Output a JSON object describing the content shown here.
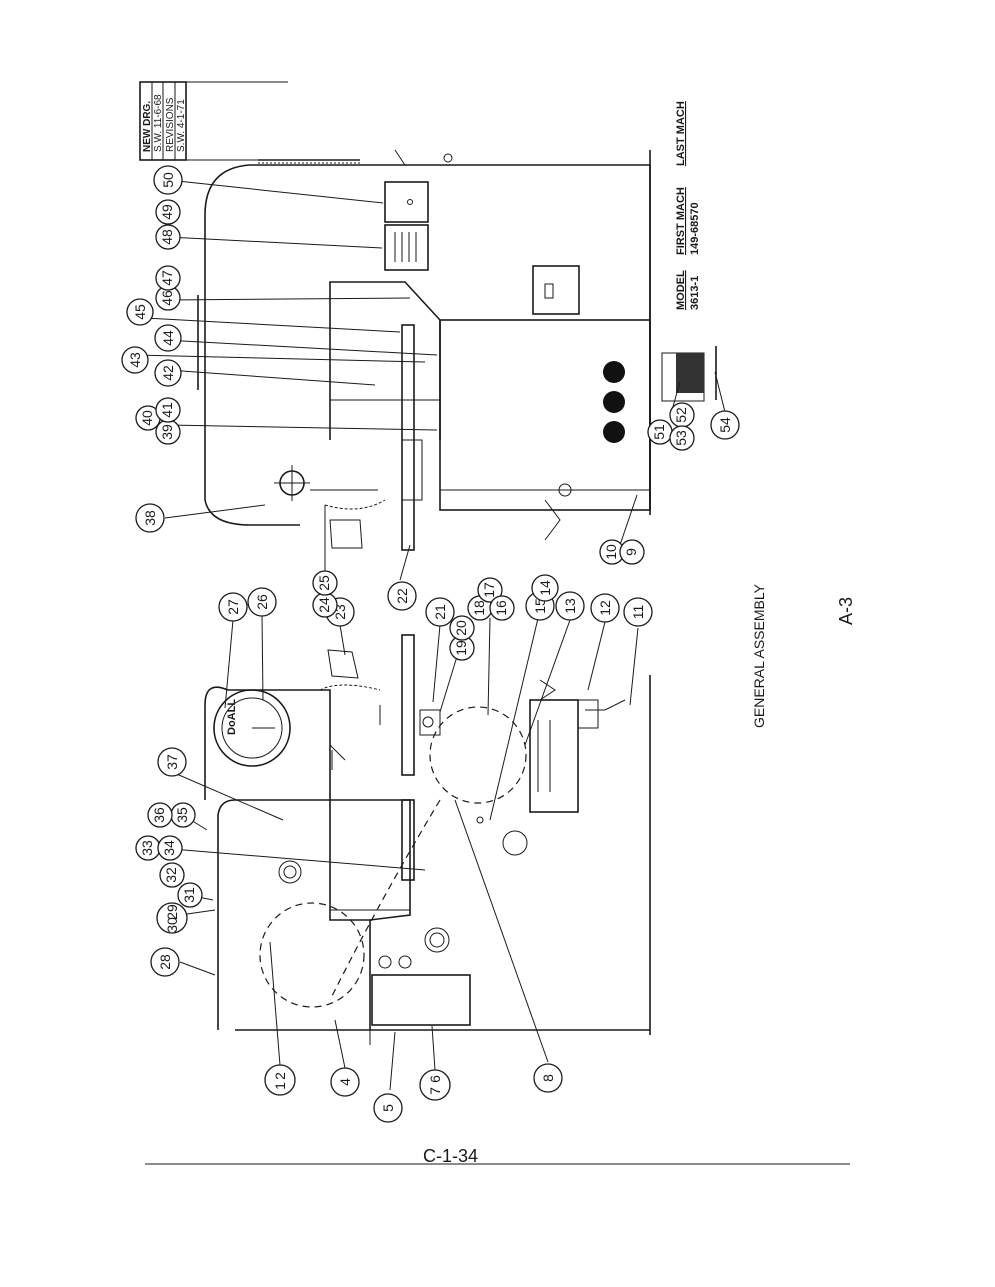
{
  "title_block": {
    "rows": [
      "NEW DRG.",
      "S.W. 11-6-68",
      "REVISIONS",
      "S.W. 4-1-71"
    ]
  },
  "model_table": {
    "headers": [
      "MODEL",
      "FIRST MACH",
      "LAST MACH"
    ],
    "values": [
      "3613-1",
      "149-68570",
      ""
    ]
  },
  "caption": "GENERAL  ASSEMBLY",
  "sheet_id": "A-3",
  "drawing_number": "C-1-34",
  "dial_label": "DoALL",
  "callouts": [
    {
      "label": "2",
      "sub": "1"
    },
    {
      "label": "4"
    },
    {
      "label": "5"
    },
    {
      "label": "6",
      "sub": "7"
    },
    {
      "label": "8"
    },
    {
      "label": "28"
    },
    {
      "label": "29",
      "sub": "30"
    },
    {
      "label": "31"
    },
    {
      "label": "32"
    },
    {
      "label": "33"
    },
    {
      "label": "34"
    },
    {
      "label": "35"
    },
    {
      "label": "36"
    },
    {
      "label": "37"
    },
    {
      "label": "27"
    },
    {
      "label": "26"
    },
    {
      "label": "23"
    },
    {
      "label": "21"
    },
    {
      "label": "19"
    },
    {
      "label": "20"
    },
    {
      "label": "18"
    },
    {
      "label": "17"
    },
    {
      "label": "16"
    },
    {
      "label": "15"
    },
    {
      "label": "14"
    },
    {
      "label": "13"
    },
    {
      "label": "12"
    },
    {
      "label": "11"
    },
    {
      "label": "38"
    },
    {
      "label": "24"
    },
    {
      "label": "25"
    },
    {
      "label": "22"
    },
    {
      "label": "10"
    },
    {
      "label": "9"
    },
    {
      "label": "40"
    },
    {
      "label": "39"
    },
    {
      "label": "41"
    },
    {
      "label": "42"
    },
    {
      "label": "43"
    },
    {
      "label": "44"
    },
    {
      "label": "45"
    },
    {
      "label": "46"
    },
    {
      "label": "47"
    },
    {
      "label": "48"
    },
    {
      "label": "49"
    },
    {
      "label": "50"
    },
    {
      "label": "51"
    },
    {
      "label": "52"
    },
    {
      "label": "53"
    },
    {
      "label": "54"
    }
  ]
}
